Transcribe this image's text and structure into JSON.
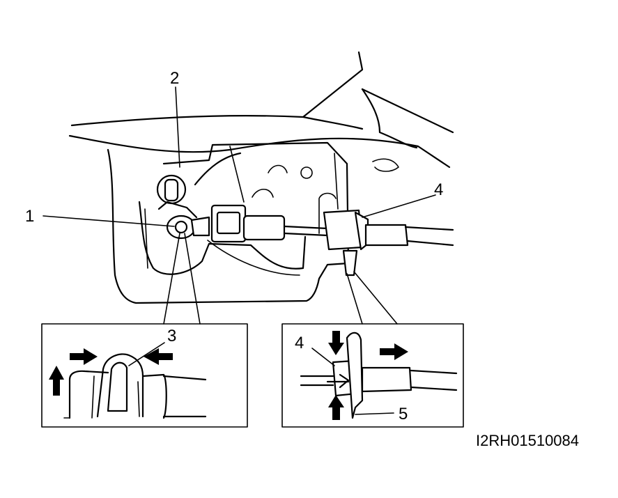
{
  "figure_code": "I2RH01510084",
  "callouts": {
    "c1": "1",
    "c2": "2",
    "c3": "3",
    "c4_main": "4",
    "c4_detail": "4",
    "c5": "5"
  },
  "colors": {
    "ink": "#000000",
    "paper": "#ffffff"
  }
}
